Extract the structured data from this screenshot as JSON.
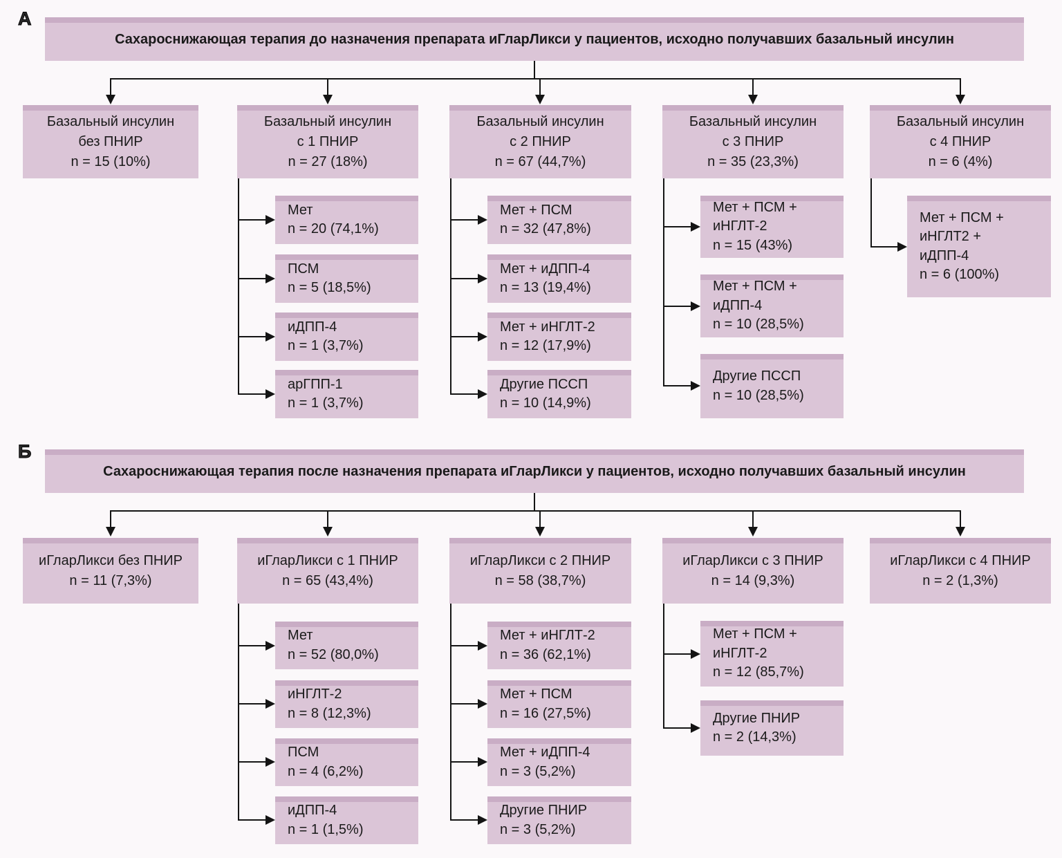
{
  "colors": {
    "box_fill": "#dbc5d7",
    "box_top_edge": "#c9adc5",
    "connector": "#141414",
    "text": "#1a1a1a",
    "background": "#fbf8fa"
  },
  "panels": [
    {
      "label": "А",
      "title": "Сахароснижающая терапия до назначения препарата иГларЛикси у пациентов, исходно получавших базальный инсулин",
      "columns": [
        {
          "header": "Базальный инсулин\nбез ПНИР\nn = 15 (10%)",
          "children": []
        },
        {
          "header": "Базальный инсулин\nс 1 ПНИР\nn = 27 (18%)",
          "children": [
            "Мет\nn = 20 (74,1%)",
            "ПСМ\nn = 5 (18,5%)",
            "иДПП-4\nn = 1 (3,7%)",
            "арГПП-1\nn = 1 (3,7%)"
          ]
        },
        {
          "header": "Базальный инсулин\nс 2 ПНИР\nn = 67 (44,7%)",
          "children": [
            "Мет + ПСМ\nn = 32 (47,8%)",
            "Мет + иДПП-4\nn = 13 (19,4%)",
            "Мет + иНГЛТ-2\nn = 12 (17,9%)",
            "Другие ПССП\nn = 10 (14,9%)"
          ]
        },
        {
          "header": "Базальный инсулин\nс 3 ПНИР\nn = 35 (23,3%)",
          "children": [
            "Мет + ПСМ +\nиНГЛТ-2\nn = 15 (43%)",
            "Мет + ПСМ +\nиДПП-4\nn = 10 (28,5%)",
            "Другие ПССП\nn = 10 (28,5%)"
          ]
        },
        {
          "header": "Базальный инсулин\nс 4 ПНИР\nn = 6 (4%)",
          "children": [
            "Мет + ПСМ +\nиНГЛТ2 +\nиДПП-4\nn = 6 (100%)"
          ]
        }
      ]
    },
    {
      "label": "Б",
      "title": "Сахароснижающая терапия после назначения препарата иГларЛикси у пациентов, исходно получавших базальный инсулин",
      "columns": [
        {
          "header": "иГларЛикси без ПНИР\nn = 11 (7,3%)",
          "children": []
        },
        {
          "header": "иГларЛикси с 1 ПНИР\nn = 65 (43,4%)",
          "children": [
            "Мет\nn = 52 (80,0%)",
            "иНГЛТ-2\nn = 8 (12,3%)",
            "ПСМ\nn = 4 (6,2%)",
            "иДПП-4\nn = 1 (1,5%)"
          ]
        },
        {
          "header": "иГларЛикси с 2 ПНИР\nn = 58 (38,7%)",
          "children": [
            "Мет + иНГЛТ-2\nn = 36 (62,1%)",
            "Мет + ПСМ\nn = 16 (27,5%)",
            "Мет + иДПП-4\nn = 3 (5,2%)",
            "Другие ПНИР\nn = 3 (5,2%)"
          ]
        },
        {
          "header": "иГларЛикси с 3 ПНИР\nn = 14 (9,3%)",
          "children": [
            "Мет + ПСМ +\nиНГЛТ-2\nn = 12 (85,7%)",
            "Другие ПНИР\nn = 2 (14,3%)"
          ]
        },
        {
          "header": "иГларЛикси с 4 ПНИР\nn = 2 (1,3%)",
          "children": []
        }
      ]
    }
  ]
}
